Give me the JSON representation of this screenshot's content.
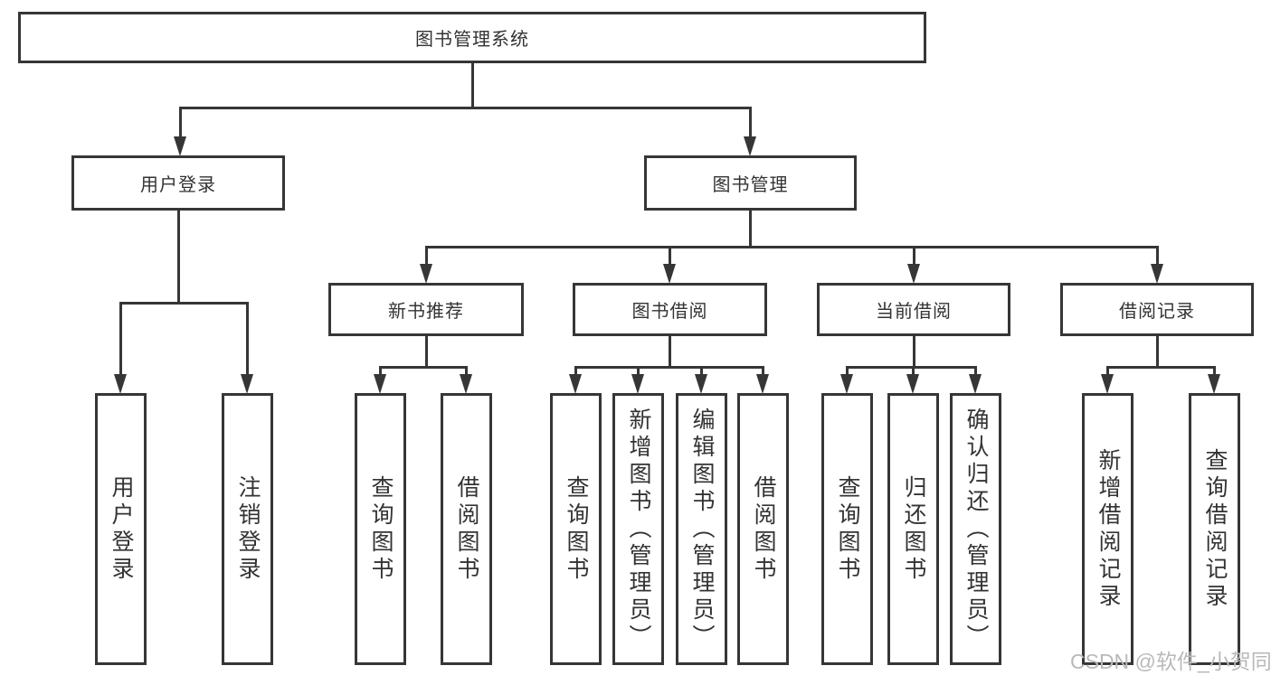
{
  "diagram_title": "图书管理系统",
  "tree": {
    "root": {
      "label": "图书管理系统",
      "children": [
        {
          "label": "用户登录",
          "children": [
            {
              "label": "用户登录"
            },
            {
              "label": "注销登录"
            }
          ]
        },
        {
          "label": "图书管理",
          "children": [
            {
              "label": "新书推荐",
              "children": [
                {
                  "label": "查询图书"
                },
                {
                  "label": "借阅图书"
                }
              ]
            },
            {
              "label": "图书借阅",
              "children": [
                {
                  "label": "查询图书"
                },
                {
                  "label": "新增图书（管理员）"
                },
                {
                  "label": "编辑图书（管理员）"
                },
                {
                  "label": "借阅图书"
                }
              ]
            },
            {
              "label": "当前借阅",
              "children": [
                {
                  "label": "查询图书"
                },
                {
                  "label": "归还图书"
                },
                {
                  "label": "确认归还（管理员）"
                }
              ]
            },
            {
              "label": "借阅记录",
              "children": [
                {
                  "label": "新增借阅记录"
                },
                {
                  "label": "查询借阅记录"
                }
              ]
            }
          ]
        }
      ]
    }
  },
  "watermark": {
    "text": "CSDN @软件_小贺同学"
  },
  "colors": {
    "line": "#363636",
    "text": "#333333",
    "watermark": "#b9b9b9",
    "background": "#ffffff"
  }
}
